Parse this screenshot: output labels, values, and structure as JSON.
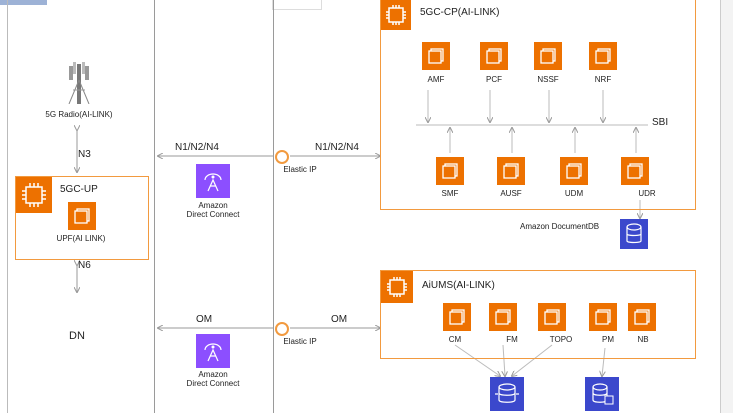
{
  "radio": {
    "label": "5G Radio(AI-LINK)"
  },
  "links": {
    "n3": "N3",
    "n6": "N6",
    "n1n2n4_left": "N1/N2/N4",
    "n1n2n4_right": "N1/N2/N4",
    "om_left": "OM",
    "om_right": "OM",
    "sbi": "SBI"
  },
  "upf_group": {
    "title": "5GC-UP",
    "upf_label": "UPF(AI LINK)"
  },
  "dn": {
    "label": "DN"
  },
  "direct_connect": {
    "label_line1": "Amazon",
    "label_line2": "Direct Connect"
  },
  "elastic_ip": {
    "label": "Elastic IP"
  },
  "cp_group": {
    "title": "5GC-CP(AI-LINK)",
    "top_services": [
      "AMF",
      "PCF",
      "NSSF",
      "NRF"
    ],
    "bottom_services": [
      "SMF",
      "AUSF",
      "UDM",
      "UDR"
    ]
  },
  "documentdb": {
    "label": "Amazon DocumentDB"
  },
  "ums_group": {
    "title": "AiUMS(AI-LINK)",
    "services": [
      "CM",
      "FM",
      "TOPO",
      "PM",
      "NB"
    ]
  },
  "colors": {
    "aws_orange": "#ED7100",
    "direct_connect_purple": "#8C4FFF",
    "database_blue": "#3B48CC",
    "group_border": "#F29A3F"
  }
}
